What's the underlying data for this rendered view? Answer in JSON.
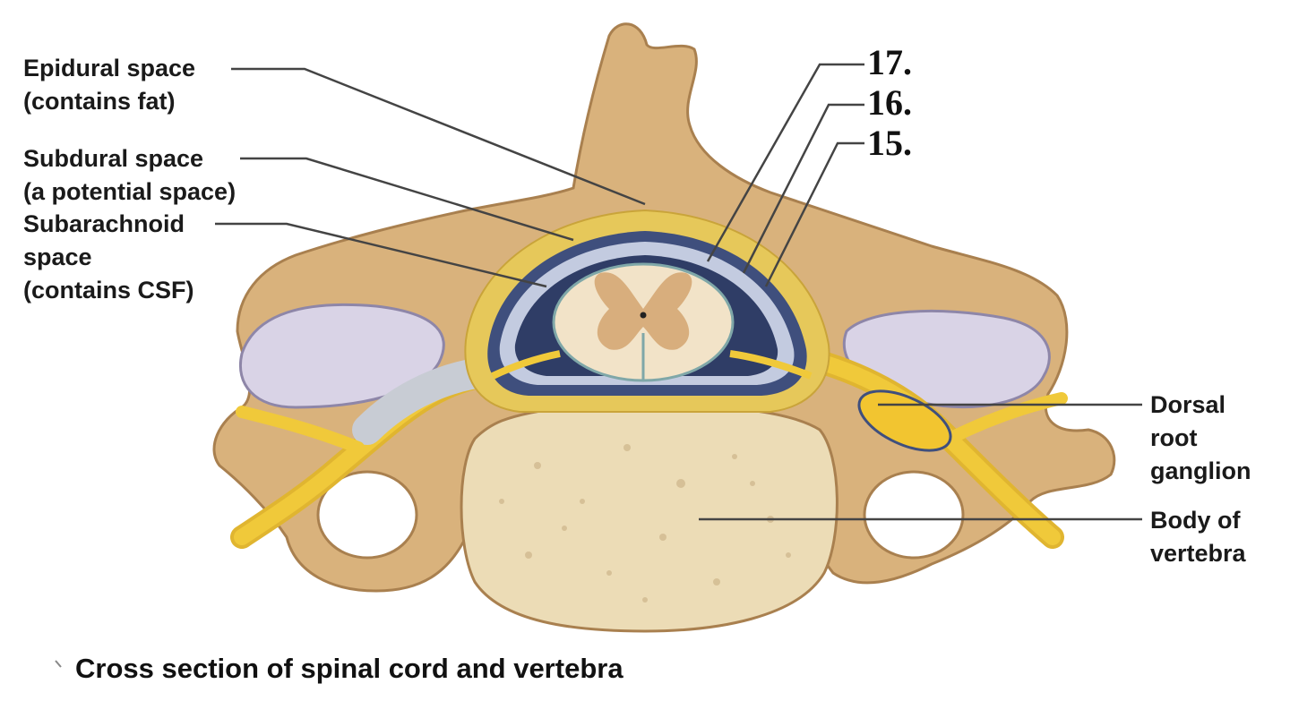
{
  "labels": {
    "epidural_1": "Epidural space",
    "epidural_2": "(contains fat)",
    "subdural_1": "Subdural space",
    "subdural_2": "(a potential space)",
    "subarachnoid_1": "Subarachnoid",
    "subarachnoid_2": "space",
    "subarachnoid_3": "(contains CSF)",
    "dorsal_1": "Dorsal",
    "dorsal_2": "root",
    "dorsal_3": "ganglion",
    "body_1": "Body of",
    "body_2": "vertebra"
  },
  "numbers": {
    "n17": "17.",
    "n16": "16.",
    "n15": "15."
  },
  "caption": "Cross section of spinal cord and vertebra",
  "colors": {
    "bone": "#d9b27c",
    "bone_dark": "#a9804f",
    "body_vertebra": "#ecdcb6",
    "fat": "#e6c85a",
    "nerve": "#f0c93a",
    "dura": "#3f4f7d",
    "csf": "#c3cbe0",
    "cord": "#f2e3c8",
    "gray_matter": "#d8ae7d",
    "lavender": "#d9d3e6"
  }
}
